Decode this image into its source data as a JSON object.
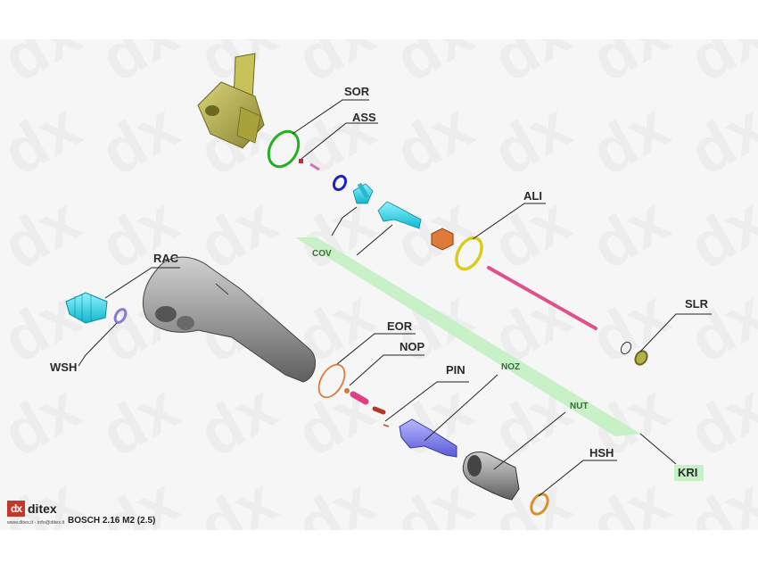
{
  "diagram": {
    "caption": "BOSCH 2.16 M2 (2.5)",
    "labels": {
      "sor": "SOR",
      "ass": "ASS",
      "ali": "ALI",
      "rac": "RAC",
      "wsh": "WSH",
      "slr": "SLR",
      "eor": "EOR",
      "nop": "NOP",
      "pin": "PIN",
      "hsh": "HSH",
      "kri": "KRI",
      "cov": "COV",
      "noz": "NOZ",
      "nut": "NUT"
    },
    "colors": {
      "band": "#bff0bf",
      "olive": "#b5b04a",
      "green_ring": "#22b022",
      "cyan": "#19d3e6",
      "orange": "#e07a3a",
      "yellow_ring": "#d8cc20",
      "pink": "#e0508c",
      "grey": "#9a9a9a",
      "blue_ring": "#2020c8",
      "purple": "#8a7ad8"
    }
  },
  "brand": {
    "mark": "dx",
    "name": "ditex",
    "contact": "www.ditex.it - info@ditex.it"
  }
}
